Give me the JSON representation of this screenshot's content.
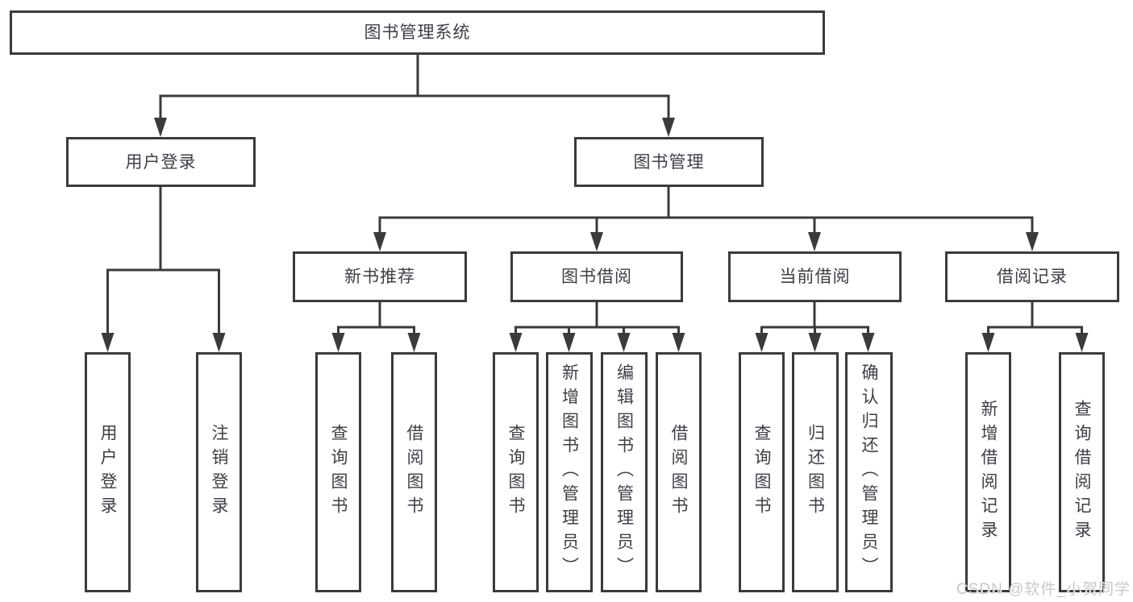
{
  "diagram": {
    "root": "图书管理系统",
    "branches": {
      "user_login": "用户登录",
      "book_management": "图书管理"
    },
    "modules": {
      "new_book_recommend": "新书推荐",
      "book_borrow": "图书借阅",
      "current_borrow": "当前借阅",
      "borrow_records": "借阅记录"
    },
    "leaves": {
      "user_login": "用户登录",
      "logout": "注销登录",
      "nbr_query_books": "查询图书",
      "nbr_borrow_books": "借阅图书",
      "bb_query_books": "查询图书",
      "bb_add_books_admin": "新增图书（管理员）",
      "bb_edit_books_admin": "编辑图书（管理员）",
      "bb_borrow_books": "借阅图书",
      "cb_query_books": "查询图书",
      "cb_return_books": "归还图书",
      "cb_confirm_return_admin": "确认归还（管理员）",
      "br_add_borrow_record": "新增借阅记录",
      "br_query_borrow_record": "查询借阅记录"
    }
  },
  "watermark": "CSDN @软件_小贺同学",
  "colors": {
    "line": "#3a3b3d",
    "text": "#3c3f45",
    "watermark": "#c9c9c9",
    "background": "#ffffff"
  }
}
